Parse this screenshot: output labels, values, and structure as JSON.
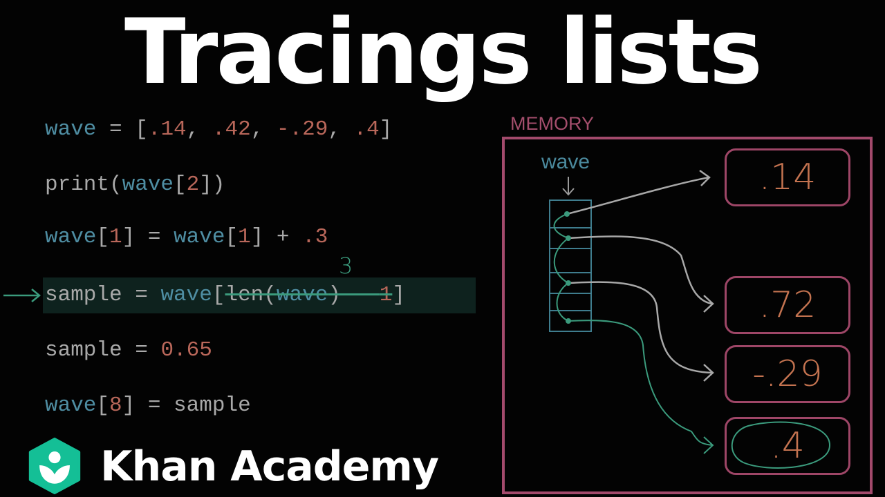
{
  "code": {
    "line1": {
      "var": "wave",
      "eq": " = [",
      "v1": ".14",
      "c1": ", ",
      "v2": ".42",
      "c2": ", ",
      "v3": "-.29",
      "c3": ", ",
      "v4": ".4",
      "end": "]"
    },
    "line2": {
      "fn": "print(",
      "var": "wave",
      "br": "[",
      "idx": "2",
      "end": "])"
    },
    "line3": {
      "var": "wave",
      "br": "[",
      "idx": "1",
      "mid": "] = ",
      "var2": "wave",
      "br2": "[",
      "idx2": "1",
      "plus": "] + ",
      "num": ".3"
    },
    "line4": {
      "var": "sample",
      "eq": " = ",
      "var2": "wave",
      "br": "[",
      "struck_fn": "len(",
      "struck_var": "wave",
      "struck_op": ") - ",
      "struck_num": "1",
      "end": "]"
    },
    "line4_annotation": "3",
    "line5": {
      "var": "sample",
      "eq": " = ",
      "num": "0.65"
    },
    "line6": {
      "var": "wave",
      "br": "[",
      "idx": "8",
      "end": "] = sample"
    }
  },
  "memory": {
    "label": "MEMORY",
    "list_name": "wave",
    "values": [
      ".14",
      ".72",
      "-.29",
      ".4"
    ]
  },
  "title": "Tracings lists",
  "brand": {
    "name": "Khan Academy",
    "color": "#14bf96"
  }
}
